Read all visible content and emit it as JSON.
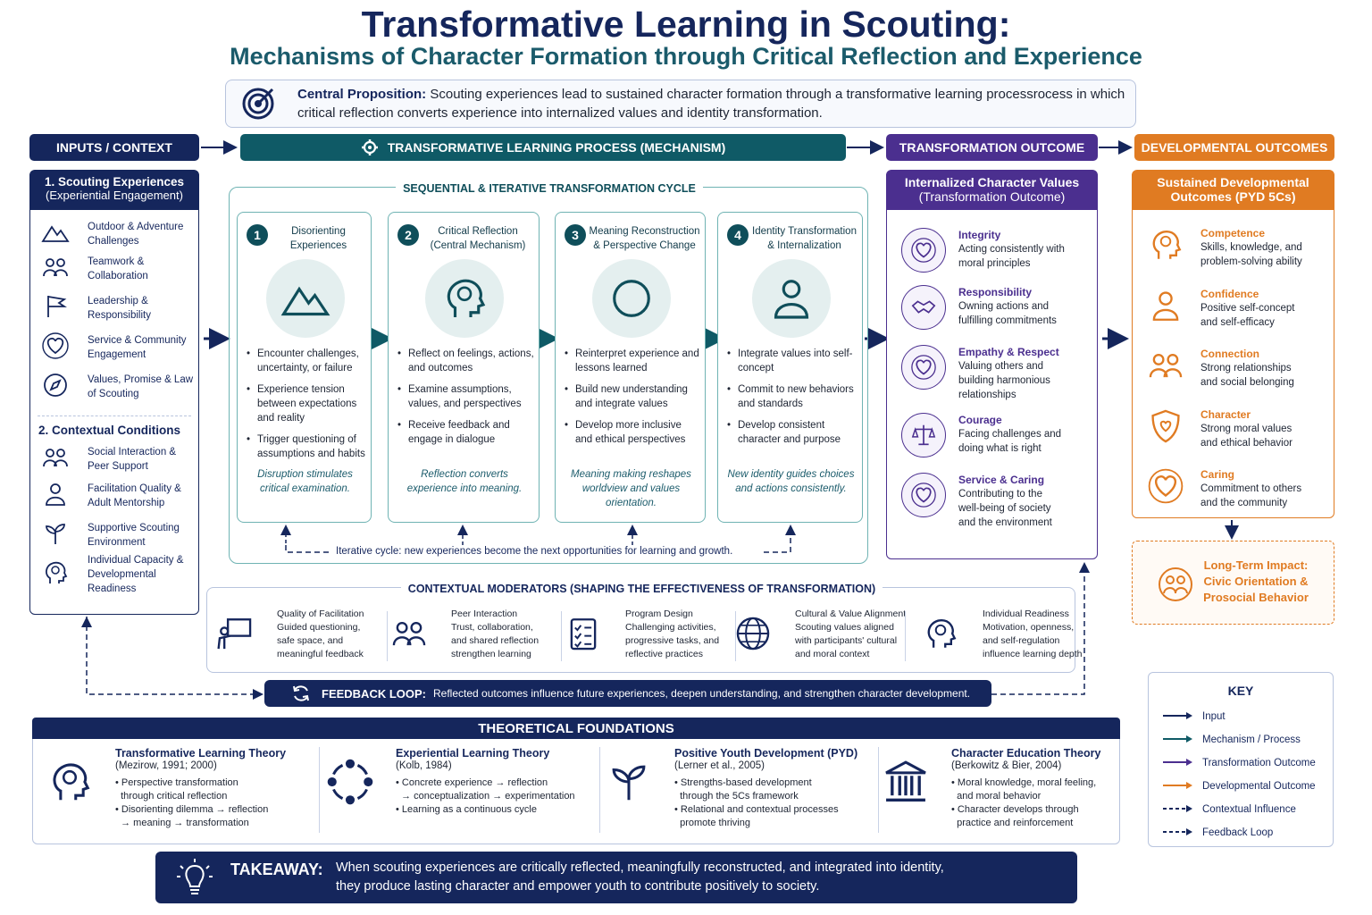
{
  "title": "Transformative Learning in Scouting:",
  "subtitle": "Mechanisms of Character Formation through Critical Reflection and Experience",
  "proposition": {
    "label": "Central Proposition:",
    "text": "Scouting experiences lead to sustained character formation through a transformative learning processrocess in which critical reflection converts experience into internalized values and identity transformation."
  },
  "headers": {
    "inputs": "INPUTS / CONTEXT",
    "process": "TRANSFORMATIVE LEARNING PROCESS (MECHANISM)",
    "transformation": "TRANSFORMATION OUTCOME",
    "developmental": "DEVELOPMENTAL OUTCOMES"
  },
  "colors": {
    "navy": "#15265c",
    "teal": "#0f5a66",
    "purple": "#4b2f8f",
    "orange": "#e07b22"
  },
  "inputs": {
    "sec1_title": "1. Scouting Experiences",
    "sec1_sub": "(Experiential Engagement)",
    "sec1_items": [
      {
        "icon": "mountain-icon",
        "line1": "Outdoor & Adventure",
        "line2": "Challenges"
      },
      {
        "icon": "team-icon",
        "line1": "Teamwork &",
        "line2": "Collaboration"
      },
      {
        "icon": "flag-icon",
        "line1": "Leadership &",
        "line2": "Responsibility"
      },
      {
        "icon": "heart-hand-icon",
        "line1": "Service & Community",
        "line2": "Engagement"
      },
      {
        "icon": "compass-icon",
        "line1": "Values, Promise & Law",
        "line2": "of Scouting"
      }
    ],
    "sec2_title": "2. Contextual Conditions",
    "sec2_items": [
      {
        "icon": "people-icon",
        "line1": "Social Interaction &",
        "line2": "Peer Support"
      },
      {
        "icon": "mentor-icon",
        "line1": "Facilitation Quality &",
        "line2": "Adult Mentorship"
      },
      {
        "icon": "sprout-icon",
        "line1": "Supportive Scouting",
        "line2": "Environment"
      },
      {
        "icon": "brain-icon",
        "line1": "Individual Capacity &",
        "line2": "Developmental Readiness"
      }
    ]
  },
  "cycle": {
    "title": "SEQUENTIAL & ITERATIVE TRANSFORMATION CYCLE",
    "steps": [
      {
        "num": "1",
        "title1": "Disorienting",
        "title2": "Experiences",
        "icon": "mountain-cloud-icon",
        "bullets": [
          "Encounter challenges, uncertainty, or failure",
          "Experience tension between expectations and reality",
          "Trigger questioning of assumptions and habits"
        ],
        "summary": "Disruption stimulates critical examination."
      },
      {
        "num": "2",
        "title1": "Critical Reflection",
        "title2": "(Central Mechanism)",
        "icon": "head-gears-icon",
        "bullets": [
          "Reflect on feelings, actions, and outcomes",
          "Examine assumptions, values, and perspectives",
          "Receive feedback and engage in dialogue"
        ],
        "summary": "Reflection converts experience into meaning."
      },
      {
        "num": "3",
        "title1": "Meaning Reconstruction",
        "title2": "& Perspective Change",
        "icon": "puzzle-icon",
        "bullets": [
          "Reinterpret experience and lessons learned",
          "Build new understanding and integrate values",
          "Develop more inclusive and ethical perspectives"
        ],
        "summary": "Meaning making reshapes worldview and values orientation."
      },
      {
        "num": "4",
        "title1": "Identity Transformation",
        "title2": "& Internalization",
        "icon": "person-glow-icon",
        "bullets": [
          "Integrate values into self-concept",
          "Commit to new behaviors and standards",
          "Develop consistent character and purpose"
        ],
        "summary": "New identity guides choices and actions consistently."
      }
    ],
    "iterative_note": "Iterative cycle: new experiences become the next opportunities for learning and growth."
  },
  "moderators": {
    "title": "CONTEXTUAL MODERATORS (SHAPING THE EFFECTIVENESS OF TRANSFORMATION)",
    "items": [
      {
        "icon": "teacher-board-icon",
        "lines": [
          "Quality of Facilitation",
          "Guided questioning,",
          "safe space, and",
          "meaningful feedback"
        ]
      },
      {
        "icon": "group-icon",
        "lines": [
          "Peer Interaction",
          "Trust, collaboration,",
          "and shared reflection",
          "strengthen learning"
        ]
      },
      {
        "icon": "checklist-icon",
        "lines": [
          "Program Design",
          "Challenging activities,",
          "progressive tasks, and",
          "reflective practices"
        ]
      },
      {
        "icon": "globe-icon",
        "lines": [
          "Cultural & Value Alignment",
          "Scouting values aligned",
          "with participants' cultural",
          "and moral context"
        ]
      },
      {
        "icon": "head-brain-icon",
        "lines": [
          "Individual Readiness",
          "Motivation, openness,",
          "and self-regulation",
          "influence learning depth"
        ]
      }
    ]
  },
  "transformation": {
    "title1": "Internalized Character Values",
    "title2": "(Transformation Outcome)",
    "items": [
      {
        "icon": "shield-heart-icon",
        "name": "Integrity",
        "desc": [
          "Acting consistently with",
          "moral principles"
        ]
      },
      {
        "icon": "handshake-icon",
        "name": "Responsibility",
        "desc": [
          "Owning actions and",
          "fulfilling commitments"
        ]
      },
      {
        "icon": "people-heart-icon",
        "name": "Empathy & Respect",
        "desc": [
          "Valuing others and",
          "building harmonious",
          "relationships"
        ]
      },
      {
        "icon": "scales-icon",
        "name": "Courage",
        "desc": [
          "Facing challenges and",
          "doing what is right"
        ]
      },
      {
        "icon": "hands-heart-icon",
        "name": "Service & Caring",
        "desc": [
          "Contributing to the",
          "well-being of society",
          "and the environment"
        ]
      }
    ]
  },
  "developmental": {
    "title1": "Sustained Developmental",
    "title2": "Outcomes (PYD 5Cs)",
    "items": [
      {
        "icon": "head-brain-icon",
        "name": "Competence",
        "desc": [
          "Skills, knowledge, and",
          "problem-solving ability"
        ]
      },
      {
        "icon": "person-icon",
        "name": "Confidence",
        "desc": [
          "Positive self-concept",
          "and self-efficacy"
        ]
      },
      {
        "icon": "group-icon",
        "name": "Connection",
        "desc": [
          "Strong relationships",
          "and social belonging"
        ]
      },
      {
        "icon": "star-shield-icon",
        "name": "Character",
        "desc": [
          "Strong moral values",
          "and ethical behavior"
        ]
      },
      {
        "icon": "hand-heart-icon",
        "name": "Caring",
        "desc": [
          "Commitment to others",
          "and the community"
        ]
      }
    ],
    "impact": [
      "Long-Term Impact:",
      "Civic Orientation &",
      "Prosocial Behavior"
    ]
  },
  "feedback": {
    "label": "FEEDBACK LOOP:",
    "text": "Reflected outcomes influence future experiences, deepen understanding, and strengthen character development."
  },
  "foundations": {
    "title": "THEORETICAL FOUNDATIONS",
    "items": [
      {
        "icon": "head-arrows-icon",
        "name": "Transformative Learning Theory",
        "cite": "(Mezirow, 1991; 2000)",
        "bullets": [
          [
            "Perspective transformation",
            "through critical reflection"
          ],
          [
            "Disorienting dilemma → reflection",
            "→ meaning → transformation"
          ]
        ]
      },
      {
        "icon": "cycle-icon",
        "name": "Experiential Learning Theory",
        "cite": "(Kolb, 1984)",
        "bullets": [
          [
            "Concrete experience → reflection",
            "→ conceptualization → experimentation"
          ],
          [
            "Learning as a continuous cycle"
          ]
        ]
      },
      {
        "icon": "plant-icon",
        "name": "Positive Youth Development (PYD)",
        "cite": "(Lerner et al., 2005)",
        "bullets": [
          [
            "Strengths-based development",
            "through the 5Cs framework"
          ],
          [
            "Relational and contextual processes",
            "promote thriving"
          ]
        ]
      },
      {
        "icon": "institution-icon",
        "name": "Character Education Theory",
        "cite": "(Berkowitz & Bier, 2004)",
        "bullets": [
          [
            "Moral knowledge, moral feeling,",
            "and moral behavior"
          ],
          [
            "Character develops through",
            "practice and reinforcement"
          ]
        ]
      }
    ]
  },
  "key": {
    "title": "KEY",
    "rows": [
      {
        "label": "Input",
        "color": "#15265c",
        "dashed": false
      },
      {
        "label": "Mechanism / Process",
        "color": "#0f5a66",
        "dashed": false
      },
      {
        "label": "Transformation Outcome",
        "color": "#4b2f8f",
        "dashed": false
      },
      {
        "label": "Developmental Outcome",
        "color": "#e07b22",
        "dashed": false
      },
      {
        "label": "Contextual Influence",
        "color": "#15265c",
        "dashed": true
      },
      {
        "label": "Feedback Loop",
        "color": "#15265c",
        "dashed": true
      }
    ]
  },
  "takeaway": {
    "label": "TAKEAWAY:",
    "line1": "When scouting experiences are critically reflected, meaningfully reconstructed, and integrated into identity,",
    "line2": "they produce lasting character and empower youth to contribute positively to society."
  }
}
